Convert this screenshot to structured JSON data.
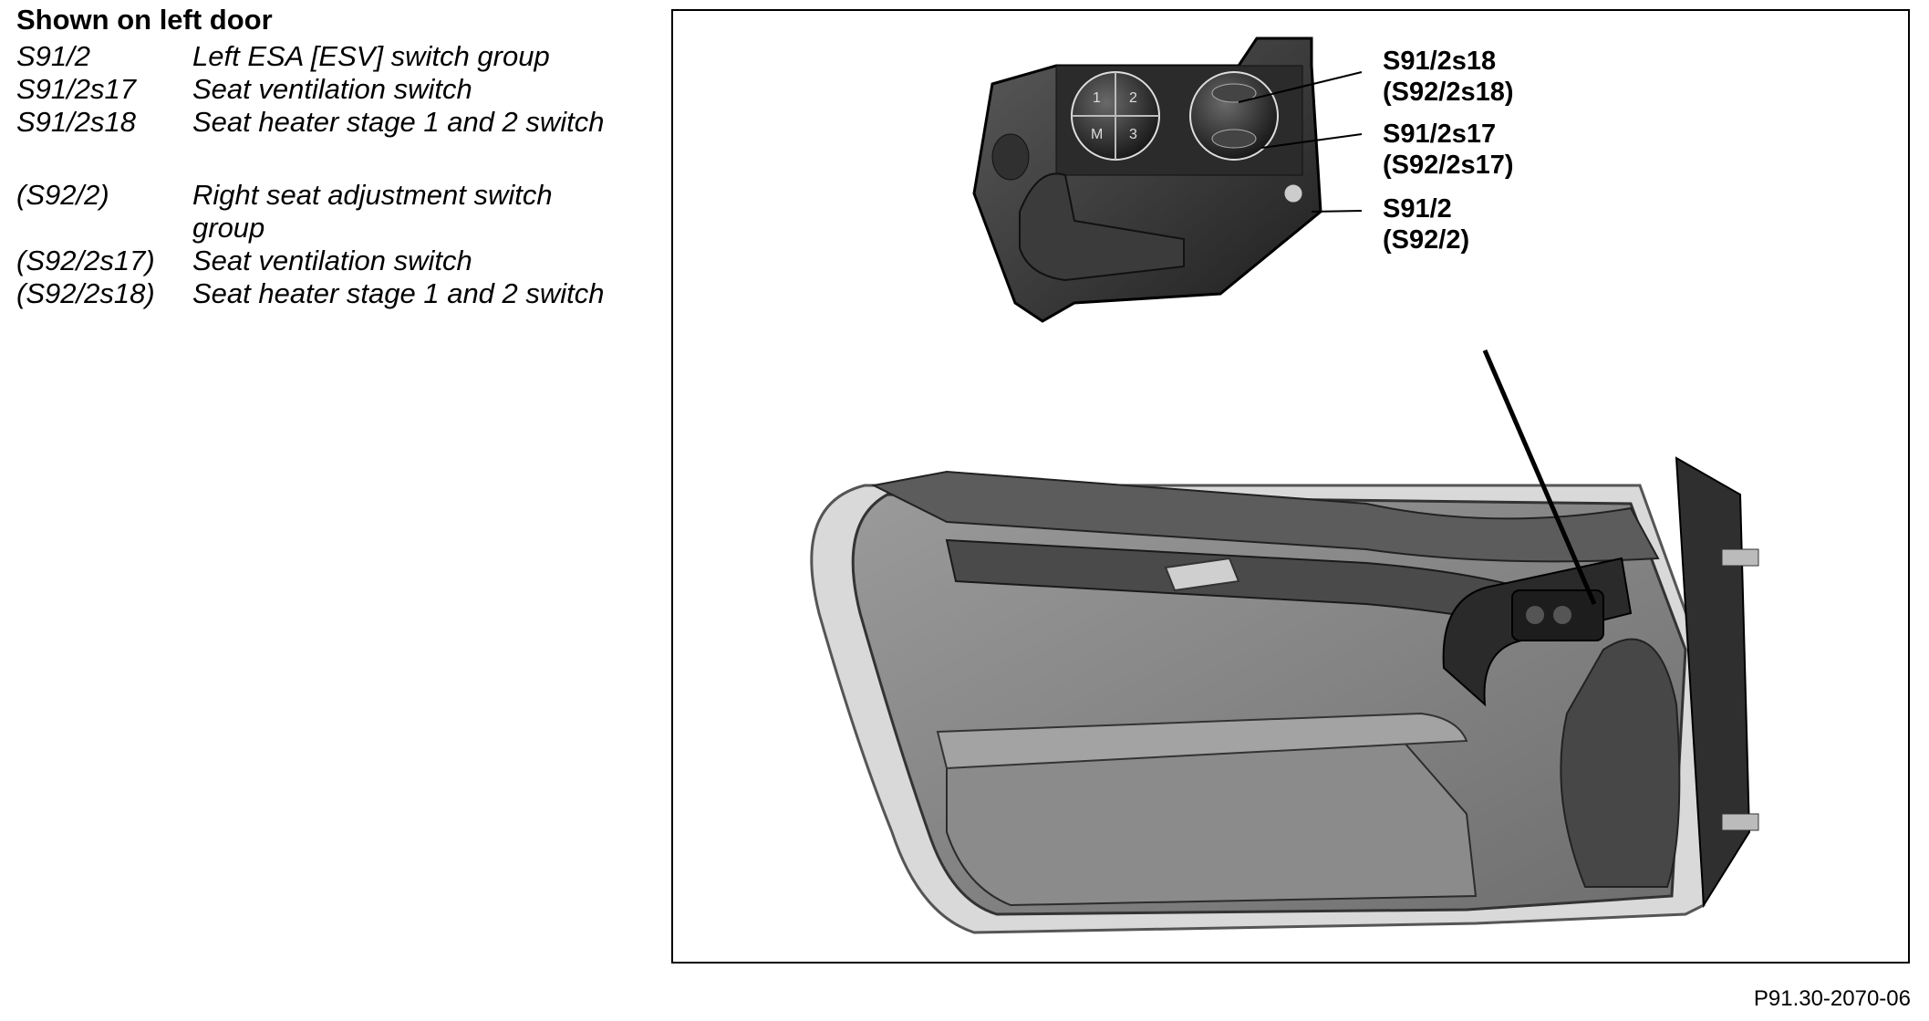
{
  "heading": "Shown on left door",
  "legend": [
    {
      "code": "S91/2",
      "desc": "Left ESA [ESV] switch group"
    },
    {
      "code": "S91/2s17",
      "desc": "Seat ventilation switch"
    },
    {
      "code": "S91/2s18",
      "desc": "Seat heater stage 1 and 2 switch"
    },
    {
      "code": "(S92/2)",
      "desc": "Right seat adjustment switch group"
    },
    {
      "code": "(S92/2s17)",
      "desc": "Seat ventilation switch"
    },
    {
      "code": "(S92/2s18)",
      "desc": "Seat heater stage 1 and 2 switch"
    }
  ],
  "callouts": {
    "s18": {
      "line1": "S91/2s18",
      "line2": "(S92/2s18)"
    },
    "s17": {
      "line1": "S91/2s17",
      "line2": "(S92/2s17)"
    },
    "group": {
      "line1": "S91/2",
      "line2": "(S92/2)"
    }
  },
  "switch_labels": {
    "b1": "1",
    "b2": "2",
    "bm": "M",
    "b3": "3"
  },
  "figure_id": "P91.30-2070-06"
}
